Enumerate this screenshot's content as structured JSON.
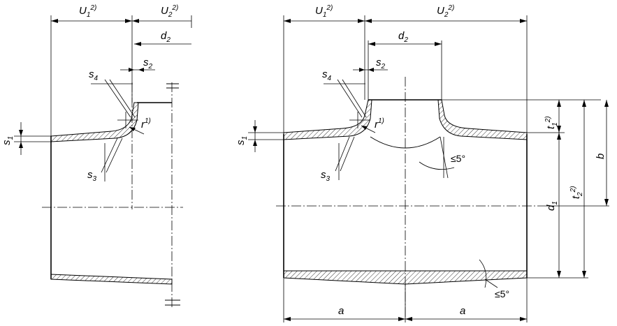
{
  "labels": {
    "U1": "U",
    "U1_sub": "1",
    "U1_sup": "2)",
    "U2": "U",
    "U2_sub": "2",
    "U2_sup": "2)",
    "d2": "d",
    "d2_sub": "2",
    "s1": "s",
    "s1_sub": "1",
    "s2": "s",
    "s2_sub": "2",
    "s3": "s",
    "s3_sub": "3",
    "s4": "s",
    "s4_sub": "4",
    "r": "r",
    "r_sup": "1)",
    "t1": "t",
    "t1_sub": "1",
    "t1_sup": "2)",
    "t2": "t",
    "t2_sub": "2",
    "t2_sup": "2)",
    "d1": "d",
    "d1_sub": "1",
    "b": "b",
    "a_left": "a",
    "a_right": "a",
    "angle_top": "≤5°",
    "angle_bottom": "≤5°"
  }
}
